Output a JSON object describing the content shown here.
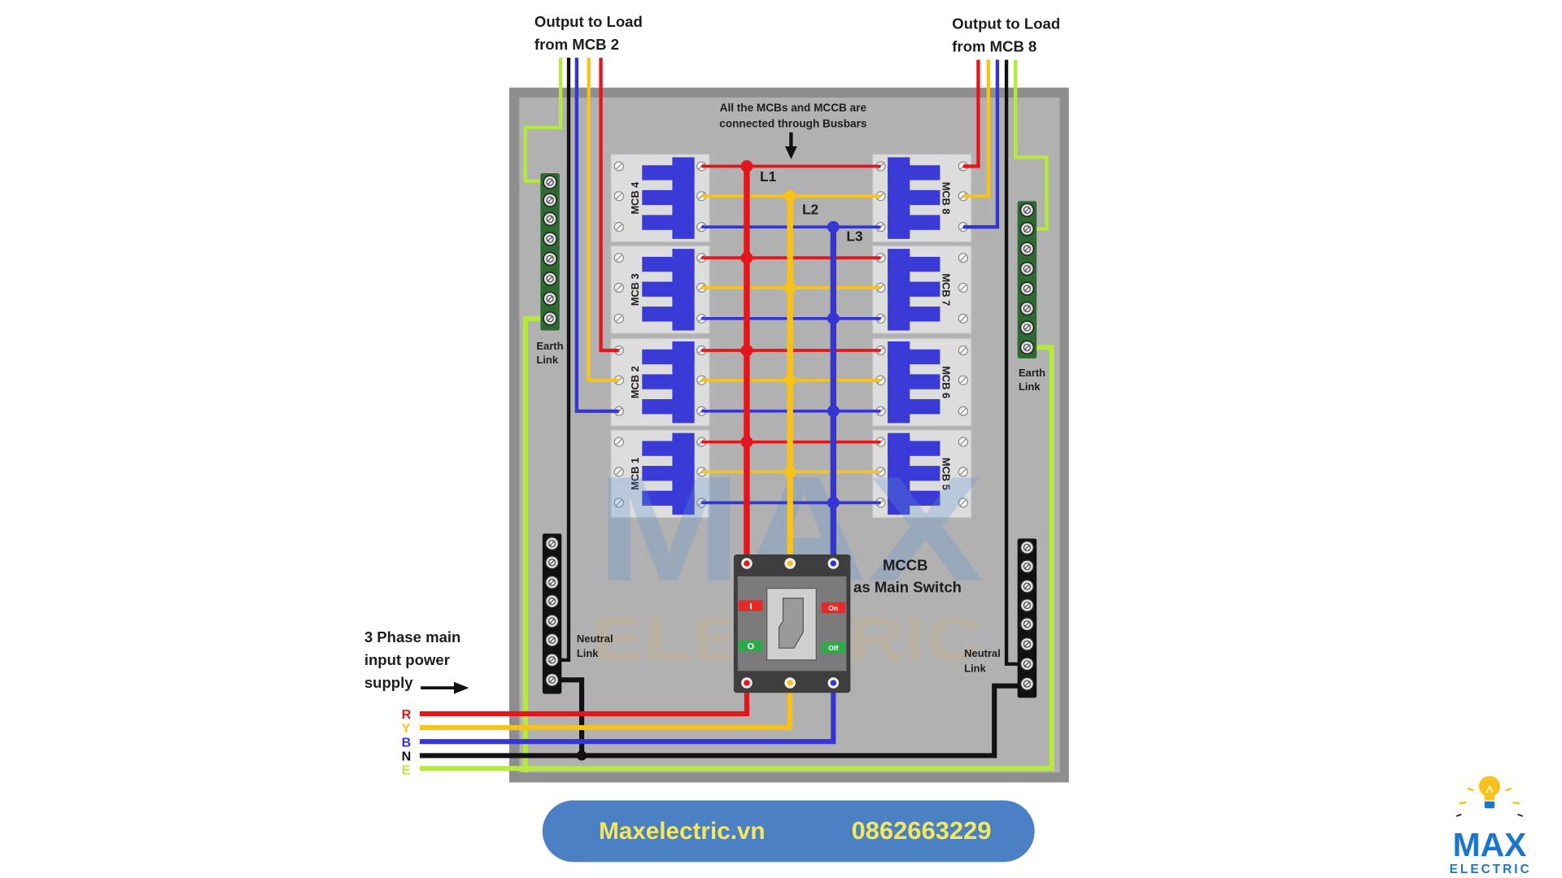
{
  "outputs": {
    "left": {
      "line1": "Output to Load",
      "line2": "from MCB 2"
    },
    "right": {
      "line1": "Output to Load",
      "line2": "from MCB 8"
    }
  },
  "busbar_note": {
    "line1": "All the MCBs and MCCB are",
    "line2": "connected through Busbars"
  },
  "busbars": [
    "L1",
    "L2",
    "L3"
  ],
  "mcbs": {
    "left": [
      "MCB 4",
      "MCB 3",
      "MCB 2",
      "MCB 1"
    ],
    "right": [
      "MCB 8",
      "MCB 7",
      "MCB 6",
      "MCB 5"
    ]
  },
  "earth_link": {
    "line1": "Earth",
    "line2": "Link"
  },
  "neutral_link": {
    "line1": "Neutral",
    "line2": "Link"
  },
  "mccb": {
    "title": "MCCB",
    "subtitle": "as Main Switch",
    "on_symbol": "I",
    "off_symbol": "O",
    "on_label": "On",
    "off_label": "Off"
  },
  "supply": {
    "line1": "3 Phase main",
    "line2": "input power",
    "line3": "supply"
  },
  "wires": [
    {
      "label": "R",
      "color": "#e3161c"
    },
    {
      "label": "Y",
      "color": "#f7c21a"
    },
    {
      "label": "B",
      "color": "#3535d4"
    },
    {
      "label": "N",
      "color": "#111111"
    },
    {
      "label": "E",
      "color": "#b5ea3c"
    }
  ],
  "footer": {
    "website": "Maxelectric.vn",
    "phone": "0862663229"
  },
  "logo": {
    "name": "MAX",
    "tagline": "ELECTRIC",
    "icon": "lightbulb-icon"
  },
  "watermark": {
    "name": "MAX",
    "tagline": "ELECTRIC"
  },
  "colors": {
    "enclosure_frame": "#8e8e8e",
    "back_plate": "#b1b1b1",
    "mcb_blue": "#3a3ad6",
    "mcb_body": "#dddddd",
    "earth_link_bar": "#2d6a31",
    "neutral_link_bar": "#111111",
    "mccb_body": "#3e3e3e",
    "footer_background": "#4c80c5",
    "footer_text": "#f4e85a",
    "logo_blue": "#1b76c9",
    "logo_bulb": "#f7c21a"
  }
}
